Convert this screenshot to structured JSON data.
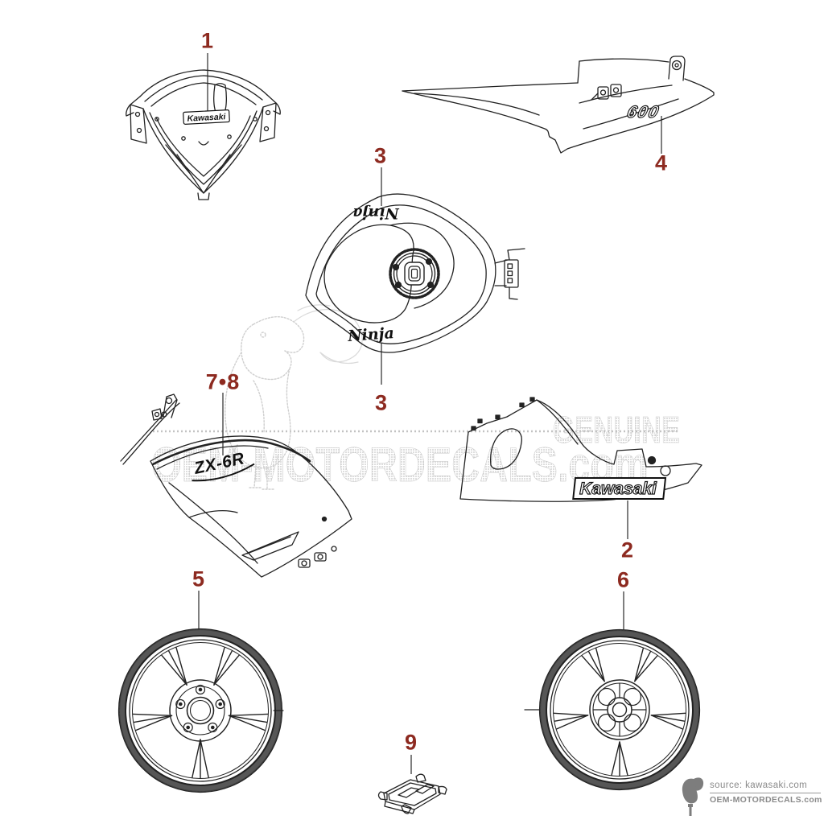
{
  "diagram": {
    "callouts": {
      "front_cowl": "1",
      "lower_fairing": "2",
      "tank_upper": "3",
      "tank_lower": "3",
      "tail_cover": "4",
      "front_wheel": "5",
      "rear_wheel": "6",
      "side_fairing": "7•8",
      "bracket": "9"
    },
    "decals": {
      "front_cowl_logo": "Kawasaki",
      "lower_fairing_logo": "Kawasaki",
      "tank_logo_upper": "Ninja",
      "tank_logo_lower": "Ninja",
      "tail_logo": "600",
      "side_fairing_logo": "ZX-6R"
    }
  },
  "watermark": {
    "genuine": "GENUINE",
    "site": "OEM-MOTORDECALS.com"
  },
  "attribution": {
    "source_label": "source: kawasaki.com",
    "site_label": "OEM-MOTORDECALS.com"
  },
  "colors": {
    "callout_red": "#8d2a20",
    "line_art": "#222222",
    "watermark_gray": "#c6c6c6",
    "attribution_gray": "#8a8a8a"
  }
}
